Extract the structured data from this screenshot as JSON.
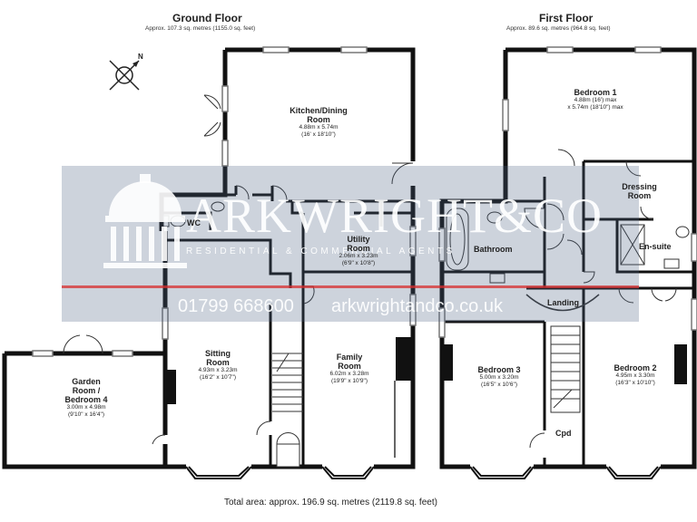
{
  "ground_floor": {
    "title": "Ground Floor",
    "area": "Approx. 107.3 sq. metres (1155.0 sq. feet)",
    "rooms": {
      "kitchen": {
        "name_1": "Kitchen/Dining",
        "name_2": "Room",
        "dim_m": "4.88m x 5.74m",
        "dim_ft": "(16' x 18'10\")"
      },
      "wc": {
        "name": "WC"
      },
      "utility": {
        "name_1": "Utility",
        "name_2": "Room",
        "dim_m": "2.06m x 3.23m",
        "dim_ft": "(6'9\" x 10'8\")"
      },
      "sitting": {
        "name_1": "Sitting",
        "name_2": "Room",
        "dim_m": "4.93m x 3.23m",
        "dim_ft": "(16'2\" x 10'7\")"
      },
      "family": {
        "name_1": "Family",
        "name_2": "Room",
        "dim_m": "6.02m x 3.28m",
        "dim_ft": "(19'9\" x 10'9\")"
      },
      "garden": {
        "name_1": "Garden",
        "name_2": "Room /",
        "name_3": "Bedroom 4",
        "dim_m": "3.00m x 4.98m",
        "dim_ft": "(9'10\" x 16'4\")"
      }
    }
  },
  "first_floor": {
    "title": "First Floor",
    "area": "Approx. 89.6 sq. metres (964.8 sq. feet)",
    "rooms": {
      "bedroom1": {
        "name": "Bedroom 1",
        "dim_m": "4.88m (16') max",
        "dim_ft": "x 5.74m (18'10\") max"
      },
      "dressing": {
        "name_1": "Dressing",
        "name_2": "Room"
      },
      "ensuite": {
        "name": "En-suite"
      },
      "bathroom": {
        "name": "Bathroom"
      },
      "landing": {
        "name": "Landing"
      },
      "bedroom3": {
        "name": "Bedroom 3",
        "dim_m": "5.00m x 3.20m",
        "dim_ft": "(16'5\" x 10'6\")"
      },
      "bedroom2": {
        "name": "Bedroom 2",
        "dim_m": "4.95m x 3.30m",
        "dim_ft": "(16'3\" x 10'10\")"
      },
      "cpd": {
        "name": "Cpd"
      }
    }
  },
  "compass": {
    "label": "N"
  },
  "total_area": "Total area: approx. 196.9 sq. metres (2119.8 sq. feet)",
  "watermark": {
    "brand": "ARKWRIGHT&CO",
    "tagline": "RESIDENTIAL & COMMERCIAL AGENTS",
    "phone": "01799 668600",
    "website": "arkwrightandco.co.uk"
  },
  "colors": {
    "wall": "#111111",
    "window": "#9a9a9a",
    "watermark_band": "#4a6082",
    "chimney": "#111111"
  }
}
